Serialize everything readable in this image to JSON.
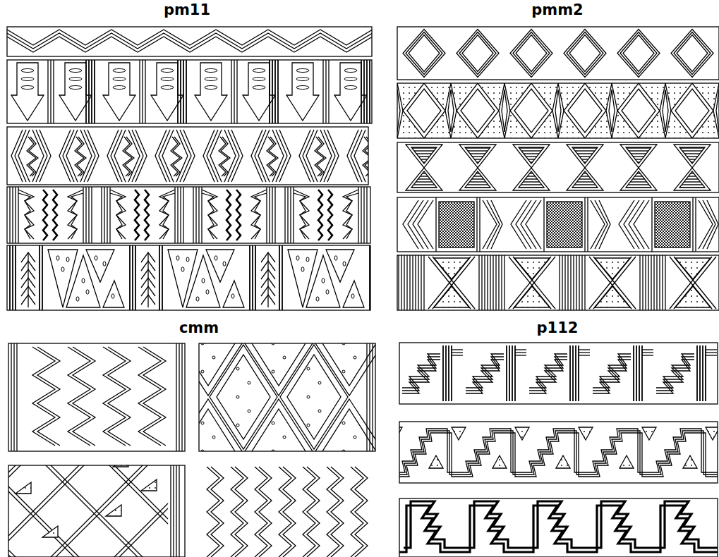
{
  "diagram": {
    "labels": [
      "pm11",
      "pmm2",
      "cmm",
      "p112"
    ]
  }
}
